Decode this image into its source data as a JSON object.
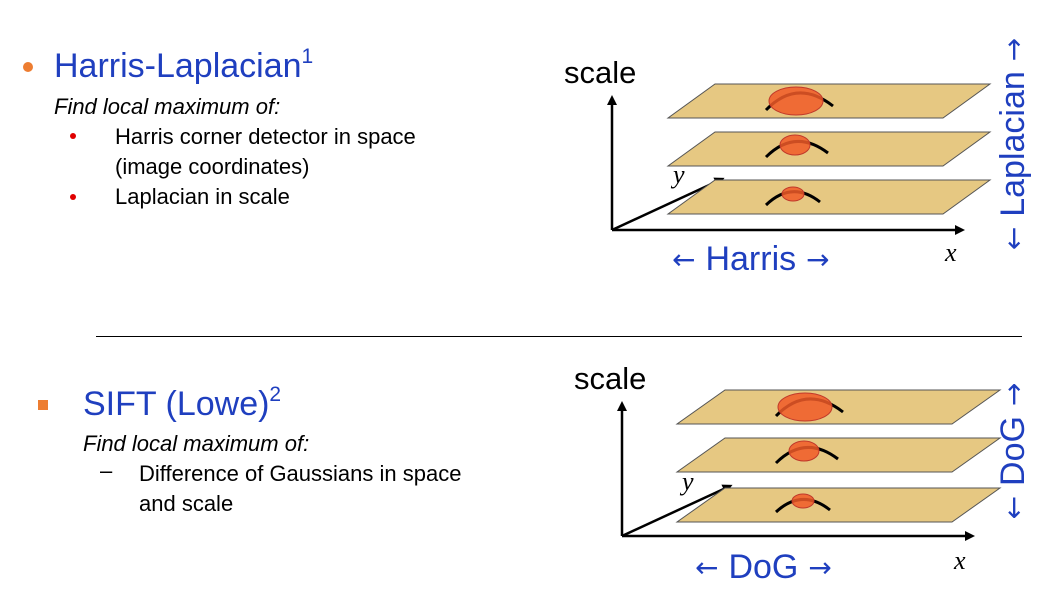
{
  "top": {
    "title": "Harris-Laplacian",
    "sup": "1",
    "subtitle": "Find local maximum of:",
    "items": [
      "Harris corner detector in space",
      "(image coordinates)",
      "Laplacian in scale"
    ],
    "diagram": {
      "scale_label": "scale",
      "y_label": "y",
      "x_label": "x",
      "horizontal_label": "Harris",
      "vertical_label": "Laplacian"
    }
  },
  "bottom": {
    "title": "SIFT (Lowe)",
    "sup": "2",
    "subtitle": "Find local maximum of:",
    "items": [
      "Difference of Gaussians in space",
      "and scale"
    ],
    "diagram": {
      "scale_label": "scale",
      "y_label": "y",
      "x_label": "x",
      "horizontal_label": "DoG",
      "vertical_label": "DoG"
    }
  },
  "arrows": {
    "left": "←",
    "right": "→"
  },
  "colors": {
    "title": "#1f3fbf",
    "bullet": "#ed7d31",
    "sub_bullet": "#e00000",
    "plane": "#e6c882",
    "blob": "#f05a28"
  }
}
